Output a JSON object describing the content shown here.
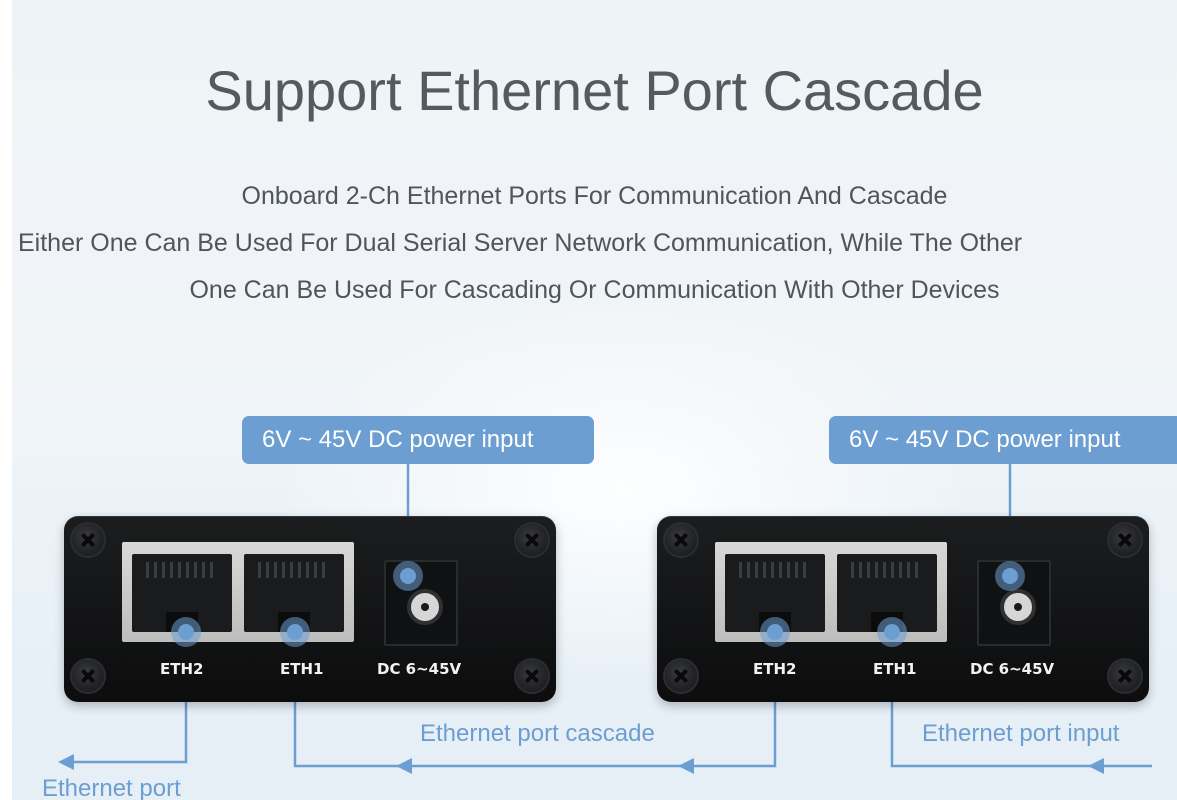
{
  "header": {
    "title": "Support Ethernet Port Cascade",
    "subtitle_lines": [
      "Onboard 2-Ch Ethernet Ports For Communication And Cascade",
      "Either One Can Be Used For Dual Serial Server Network Communication, While The Other",
      "One Can Be Used For Cascading Or Communication With Other Devices"
    ]
  },
  "callouts": {
    "power_left": "6V ~ 45V DC power input",
    "power_right": "6V ~ 45V DC power input"
  },
  "devices": [
    {
      "port_labels": {
        "eth2": "ETH2",
        "eth1": "ETH1",
        "dc": "DC 6~45V"
      }
    },
    {
      "port_labels": {
        "eth2": "ETH2",
        "eth1": "ETH1",
        "dc": "DC 6~45V"
      }
    }
  ],
  "flow_labels": {
    "cascade": "Ethernet port cascade",
    "input": "Ethernet port input",
    "output": "Ethernet port"
  },
  "colors": {
    "accent": "#6d9ed1",
    "title": "#555a60",
    "device_body": "#141516"
  }
}
